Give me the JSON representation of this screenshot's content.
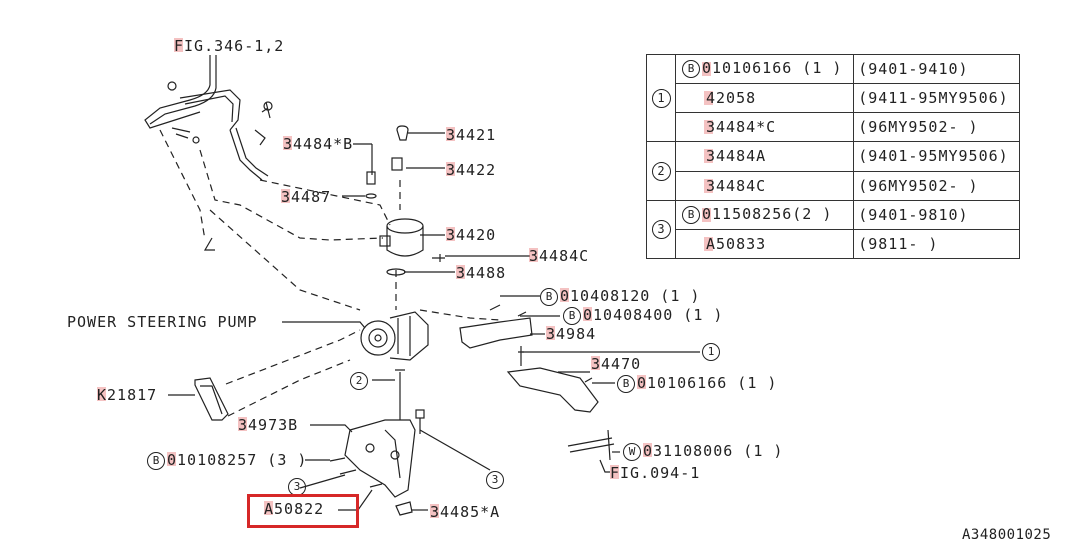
{
  "labels": {
    "fig_346": "FIG.346-1,2",
    "p34484b": "34484*B",
    "p34487": "34487",
    "p34421": "34421",
    "p34422": "34422",
    "p34420": "34420",
    "p34484c": "34484C",
    "p34488": "34488",
    "pump": "POWER STEERING PUMP",
    "b010408120": "010408120 (1 )",
    "b010408400": "010408400 (1 )",
    "p34984": "34984",
    "p34470": "34470",
    "b010106166": "010106166 (1 )",
    "k21817": "K21817",
    "p34973b": "34973B",
    "b010108257": "010108257 (3 )",
    "w031108006": "031108006 (1 )",
    "fig_094": "FIG.094-1",
    "a50822": "A50822",
    "p34485a": "34485*A",
    "doc_code": "A348001025",
    "c1": "1",
    "c2": "2",
    "c3": "3",
    "b": "B",
    "w": "W"
  },
  "table": {
    "rows": [
      {
        "group": "1",
        "marker": "B",
        "part": "010106166 (1 )",
        "range": "(9401-9410)"
      },
      {
        "group": "",
        "marker": "",
        "part": "42058",
        "range": "(9411-95MY9506)"
      },
      {
        "group": "",
        "marker": "",
        "part": "34484*C",
        "range": "(96MY9502-     )"
      },
      {
        "group": "2",
        "marker": "",
        "part": "34484A",
        "range": "(9401-95MY9506)"
      },
      {
        "group": "",
        "marker": "",
        "part": "34484C",
        "range": "(96MY9502-     )"
      },
      {
        "group": "3",
        "marker": "B",
        "part": "011508256(2 )",
        "range": "(9401-9810)"
      },
      {
        "group": "",
        "marker": "",
        "part": "A50833",
        "range": "(9811-      )"
      }
    ]
  }
}
